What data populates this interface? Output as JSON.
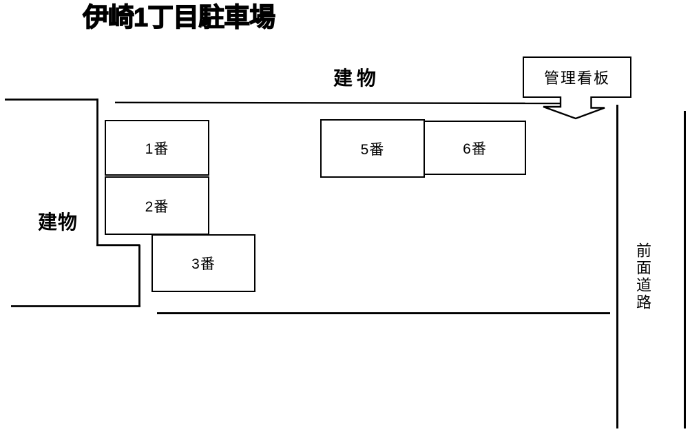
{
  "page": {
    "title": "伊崎1丁目駐車場"
  },
  "labels": {
    "building_top": "建物",
    "building_left": "建物",
    "front_road": "前面道路"
  },
  "sign": {
    "label": "管理看板"
  },
  "spaces": [
    {
      "label": "1番"
    },
    {
      "label": "2番"
    },
    {
      "label": "3番"
    },
    {
      "label": "5番"
    },
    {
      "label": "6番"
    }
  ],
  "colors": {
    "line": "#000000",
    "background": "#ffffff",
    "text": "#000000"
  }
}
